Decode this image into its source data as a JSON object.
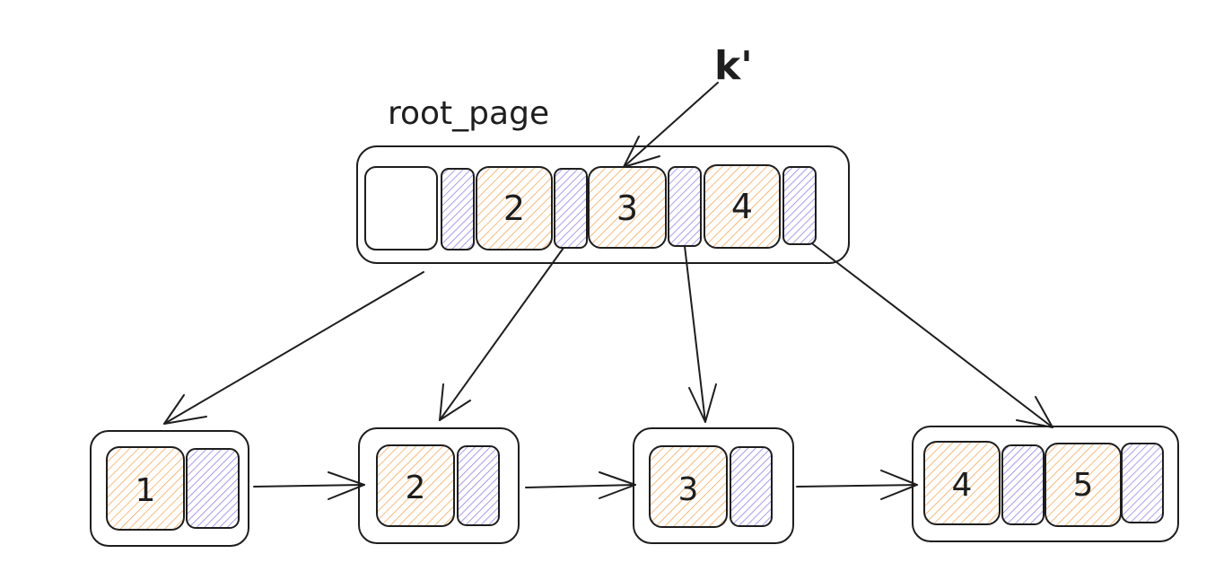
{
  "labels": {
    "root": "root_page",
    "pointer": "k'"
  },
  "root_keys": [
    "2",
    "3",
    "4"
  ],
  "leaf_keys": [
    [
      "1"
    ],
    [
      "2"
    ],
    [
      "3"
    ],
    [
      "4",
      "5"
    ]
  ],
  "colors": {
    "stroke": "#1e1e1e",
    "key_fill": "#f59f45",
    "pointer_fill": "#8b74e8",
    "background": "#ffffff"
  }
}
